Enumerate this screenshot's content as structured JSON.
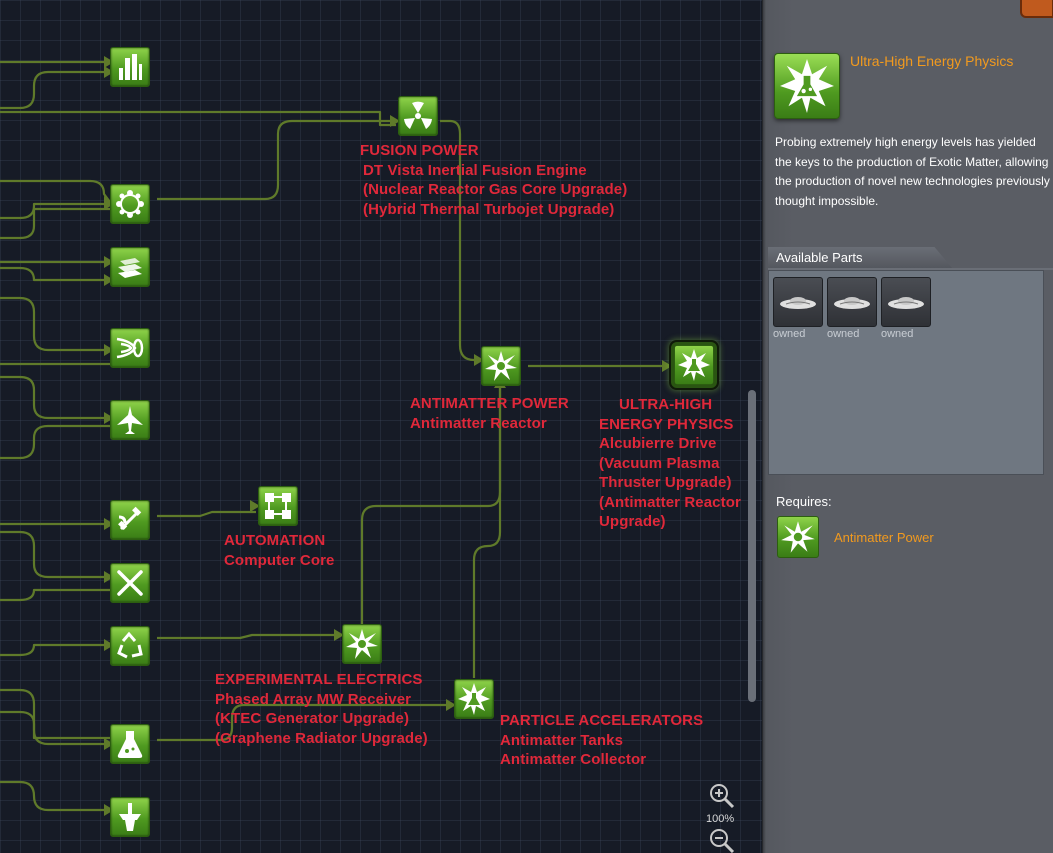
{
  "tree": {
    "nodes": [
      {
        "id": "n-top-tower",
        "icon": "tower-icon"
      },
      {
        "id": "n-fusion",
        "icon": "radiation-icon"
      },
      {
        "id": "n-network",
        "icon": "network-icon"
      },
      {
        "id": "n-plates",
        "icon": "plates-icon"
      },
      {
        "id": "n-hypersonic",
        "icon": "intake-icon"
      },
      {
        "id": "n-aircraft",
        "icon": "aircraft-icon"
      },
      {
        "id": "n-antimatter",
        "icon": "burst-icon"
      },
      {
        "id": "n-uhep",
        "icon": "flask-burst-icon",
        "selected": true
      },
      {
        "id": "n-satellite",
        "icon": "satellite-icon"
      },
      {
        "id": "n-automation",
        "icon": "circuit-icon"
      },
      {
        "id": "n-repair",
        "icon": "repair-icon"
      },
      {
        "id": "n-recycle",
        "icon": "recycle-icon"
      },
      {
        "id": "n-experimental",
        "icon": "burst-icon"
      },
      {
        "id": "n-particle",
        "icon": "flask-burst-icon"
      },
      {
        "id": "n-science",
        "icon": "flask-icon"
      },
      {
        "id": "n-bottom",
        "icon": "part-icon"
      }
    ],
    "annotations": {
      "fusion": {
        "title": "FUSION POWER",
        "lines": [
          "DT Vista Inertial Fusion Engine",
          "(Nuclear Reactor Gas Core Upgrade)",
          "(Hybrid Thermal Turbojet Upgrade)"
        ]
      },
      "antimatter": {
        "title": "ANTIMATTER POWER",
        "lines": [
          "Antimatter Reactor"
        ]
      },
      "uhep": {
        "title1": "ULTRA-HIGH",
        "title2": "ENERGY PHYSICS",
        "lines": [
          "Alcubierre Drive",
          "(Vacuum Plasma",
          "Thruster Upgrade)",
          "(Antimatter Reactor",
          "Upgrade)"
        ]
      },
      "automation": {
        "title": "AUTOMATION",
        "lines": [
          "Computer Core"
        ]
      },
      "experimental": {
        "title": "EXPERIMENTAL ELECTRICS",
        "lines": [
          "Phased Array MW Receiver",
          "(KTEC Generator Upgrade)",
          "(Graphene Radiator Upgrade)"
        ]
      },
      "particle": {
        "title": "PARTICLE ACCELERATORS",
        "lines": [
          "Antimatter Tanks",
          "Antimatter Collector"
        ]
      }
    },
    "zoom_label": "100%",
    "colors": {
      "edge": "#5f7a2a",
      "annotation": "#e0283a",
      "node": "#5aa52a"
    }
  },
  "panel": {
    "title": "Ultra-High Energy Physics",
    "description": "Probing extremely high energy levels has yielded the keys to the production of Exotic Matter, allowing the production of novel new technologies previously thought impossible.",
    "available_parts_label": "Available Parts",
    "parts": [
      {
        "icon": "saucer-part-icon",
        "status": "owned"
      },
      {
        "icon": "saucer-part-icon",
        "status": "owned"
      },
      {
        "icon": "saucer-part-icon",
        "status": "owned"
      }
    ],
    "requires_label": "Requires:",
    "requires": [
      {
        "name": "Antimatter Power",
        "icon": "burst-icon"
      }
    ],
    "colors": {
      "title": "#f29a1e",
      "text": "#ffffff"
    }
  }
}
